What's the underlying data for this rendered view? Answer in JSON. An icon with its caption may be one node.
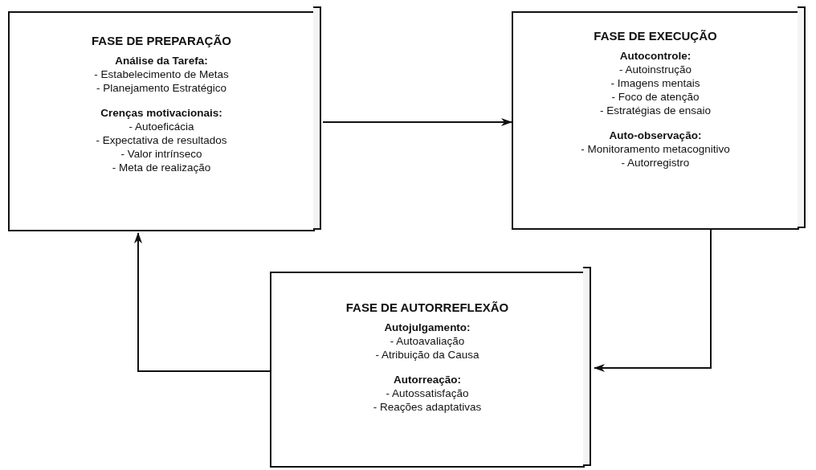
{
  "diagram": {
    "nodes": [
      {
        "text": [
          "FASE DE PREPARAÇÃO",
          "Análise da Tarefa:",
          "- Estabelecimento de Metas",
          "- Planejamento Estratégico",
          "Crenças motivacionais:",
          "- Autoeficácia",
          "- Expectativa de resultados",
          "- Valor intrínseco",
          "- Meta de realização"
        ]
      },
      {
        "text": [
          "FASE DE EXECUÇÃO",
          "Autocontrole:",
          "- Autoinstrução",
          "- Imagens mentais",
          "- Foco de atenção",
          "- Estratégias de ensaio",
          "Auto-observação:",
          "- Monitoramento metacognitivo",
          "- Autorregistro"
        ]
      },
      {
        "text": [
          "FASE DE AUTORREFLEXÃO",
          "Autojulgamento:",
          "- Autoavaliação",
          "- Atribuição da Causa",
          "Autorreação:",
          "- Autossatisfação",
          "- Reações adaptativas"
        ]
      }
    ],
    "edges": [
      {
        "from": 0,
        "to": 1,
        "arrow": "to"
      },
      {
        "from": 1,
        "to": 2,
        "arrow": "to"
      },
      {
        "from": 2,
        "to": 0,
        "arrow": "to"
      }
    ]
  }
}
